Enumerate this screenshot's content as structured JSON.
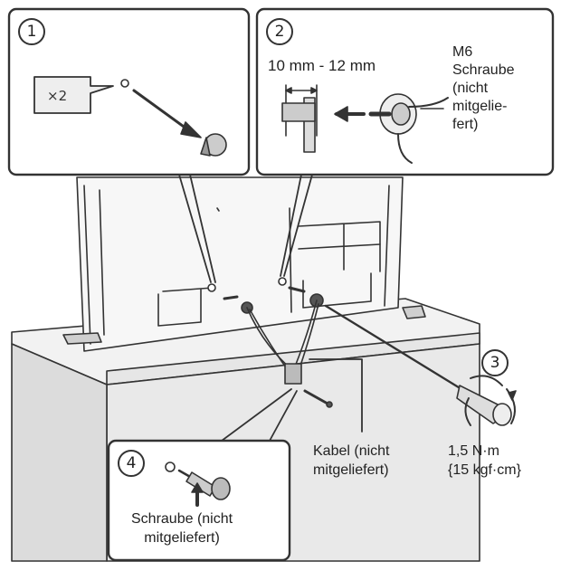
{
  "steps": {
    "step1": {
      "number": "1",
      "badge": "×2"
    },
    "step2": {
      "number": "2",
      "dimension": "10 mm - 12 mm",
      "screw_label": "M6\nSchraube\n(nicht\nmitgelie-\nfert)"
    },
    "step3": {
      "number": "3",
      "torque": "1,5 N·m\n{15 kgf·cm}"
    },
    "step4": {
      "number": "4",
      "screw_label": "Schraube (nicht\nmitgeliefert)"
    }
  },
  "cable_label": "Kabel (nicht\nmitgeliefert)"
}
